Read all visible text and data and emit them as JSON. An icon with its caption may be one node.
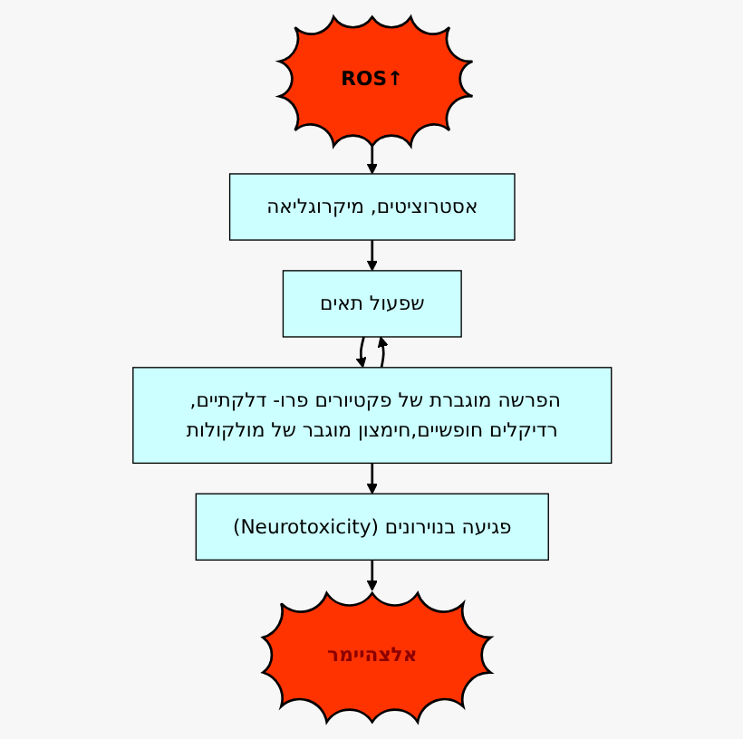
{
  "diagram": {
    "nodes": [
      {
        "text": [
          "ROS↑"
        ]
      },
      {
        "text": [
          "אסטרוציטים, מיקרוגליאה"
        ]
      },
      {
        "text": [
          "שפעול תאים"
        ]
      },
      {
        "text": [
          "הפרשה מוגברת של פקטיורים פרו- דלקתיים, רדיקלים חופשיים,חימצון מוגבר של מולקולות"
        ]
      },
      {
        "text": [
          "פגיעה בנוירונים (Neurotoxicity)"
        ]
      },
      {
        "text": [
          "אלצהיימר"
        ]
      }
    ],
    "edges": [
      {
        "from": 0,
        "to": 1,
        "arrow": "to"
      },
      {
        "from": 1,
        "to": 2,
        "arrow": "to"
      },
      {
        "from": 2,
        "to": 3,
        "arrow": "to"
      },
      {
        "from": 3,
        "to": 2,
        "arrow": "to"
      },
      {
        "from": 3,
        "to": 4,
        "arrow": "to"
      },
      {
        "from": 4,
        "to": 5,
        "arrow": "to"
      }
    ]
  }
}
